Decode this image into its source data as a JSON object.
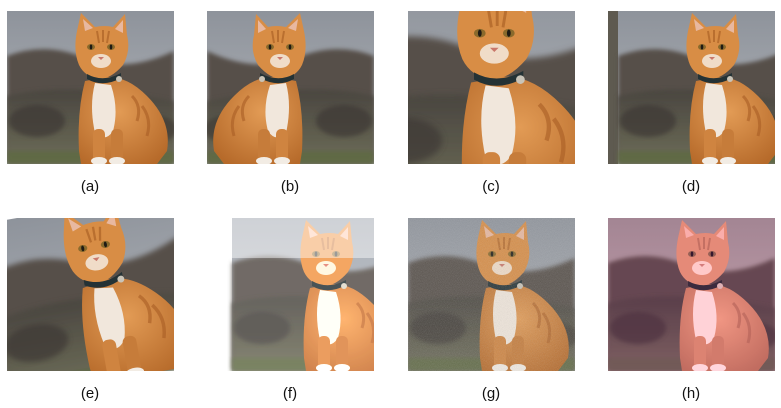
{
  "figure": {
    "panels": [
      {
        "label": "(a)",
        "variant": "original"
      },
      {
        "label": "(b)",
        "variant": "horizontal-flip"
      },
      {
        "label": "(c)",
        "variant": "crop-zoom"
      },
      {
        "label": "(d)",
        "variant": "translate"
      },
      {
        "label": "(e)",
        "variant": "rotate"
      },
      {
        "label": "(f)",
        "variant": "brightness"
      },
      {
        "label": "(g)",
        "variant": "gaussian-noise"
      },
      {
        "label": "(h)",
        "variant": "color-jitter"
      }
    ],
    "colors": {
      "sky": "#9aa0a8",
      "mountain": "#4f4a45",
      "ground": "#6c6a5c",
      "fur": "#d48a44",
      "fur_dark": "#b66a2a",
      "chest": "#f1e7dc",
      "collar": "#243235"
    }
  }
}
